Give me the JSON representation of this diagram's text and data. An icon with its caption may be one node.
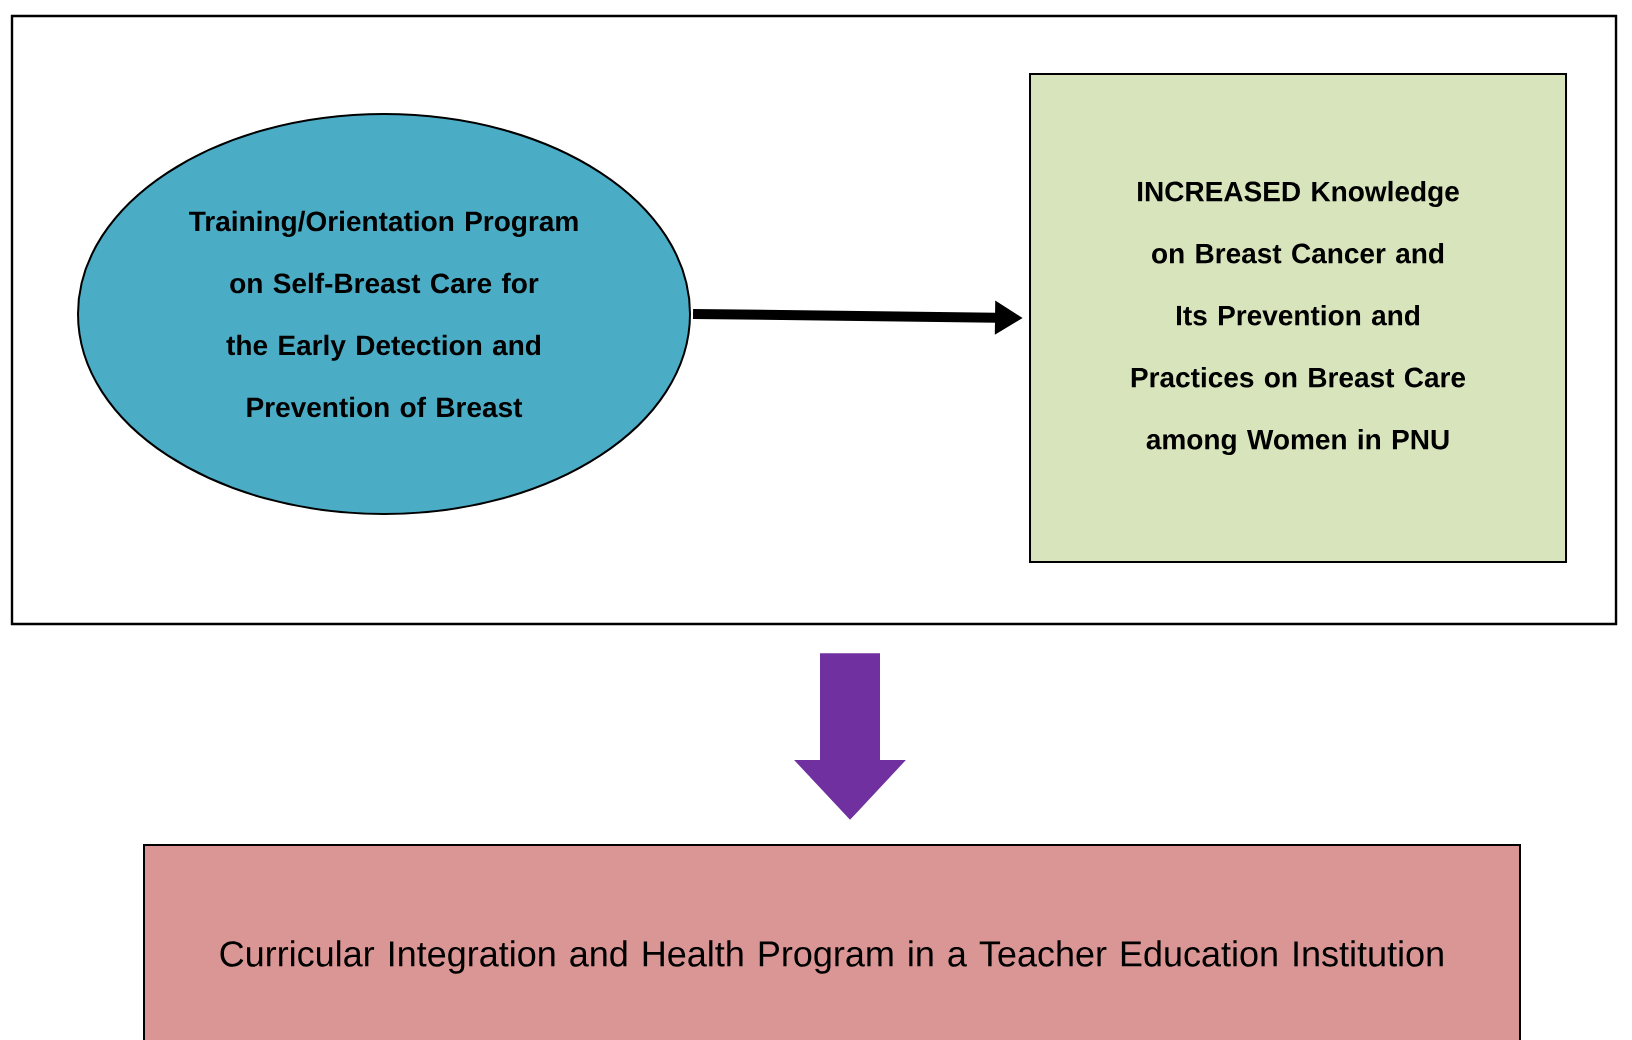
{
  "diagram": {
    "nodes": [
      {
        "text": [],
        "shape": "box"
      },
      {
        "text": [
          "Training/Orientation Program on Self-Breast Care for the Early Detection and Prevention of Breast"
        ],
        "in": 0
      },
      {
        "text": [
          "INCREASED Knowledge on Breast Cancer and Its Prevention and Practices on Breast Care among Women in PNU"
        ],
        "in": 0
      },
      {
        "text": [
          "Curricular Integration and Health Program in a Teacher Education Institution"
        ]
      }
    ],
    "edges": [
      {
        "from": 1,
        "to": 2,
        "arrow": "to"
      },
      {
        "from": 0,
        "to": 3,
        "arrow": "to",
        "style": "thick",
        "color": "#7030a0"
      }
    ]
  }
}
